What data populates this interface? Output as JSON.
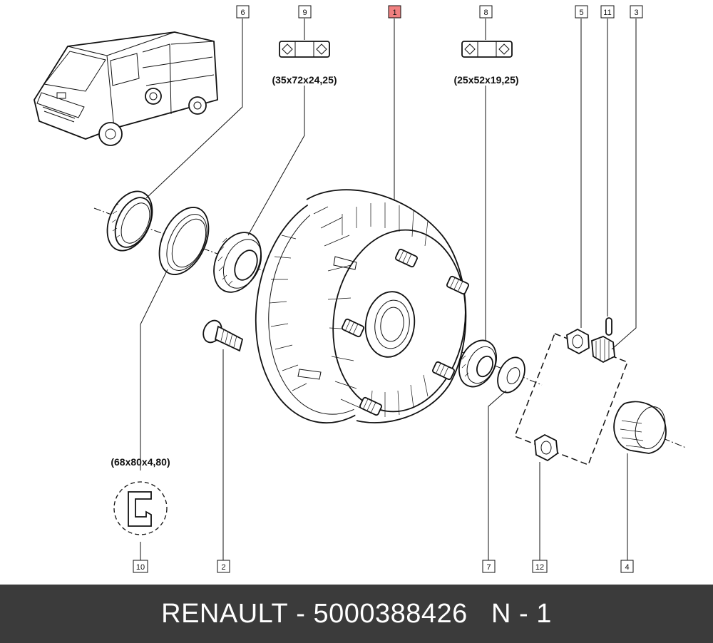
{
  "callouts": [
    {
      "label": "6",
      "highlight": false
    },
    {
      "label": "9",
      "highlight": false
    },
    {
      "label": "1",
      "highlight": true
    },
    {
      "label": "8",
      "highlight": false
    },
    {
      "label": "5",
      "highlight": false
    },
    {
      "label": "11",
      "highlight": false
    },
    {
      "label": "3",
      "highlight": false
    },
    {
      "label": "10",
      "highlight": false
    },
    {
      "label": "2",
      "highlight": false
    },
    {
      "label": "7",
      "highlight": false
    },
    {
      "label": "12",
      "highlight": false
    },
    {
      "label": "4",
      "highlight": false
    }
  ],
  "dimensions": {
    "bearing_inner": "(35x72x24,25)",
    "bearing_outer": "(25x52x19,25)",
    "seal": "(68x80x4,80)"
  },
  "footer": {
    "brand": "RENAULT",
    "sep1": "-",
    "part_number": "5000388426",
    "position": "N - 1"
  },
  "colors": {
    "highlight": "#f08080",
    "footer_bg": "#3b3b3b",
    "footer_text": "#ffffff"
  },
  "icons": [
    "van-icon",
    "bearing-symbol-icon",
    "seal-profile-icon"
  ]
}
